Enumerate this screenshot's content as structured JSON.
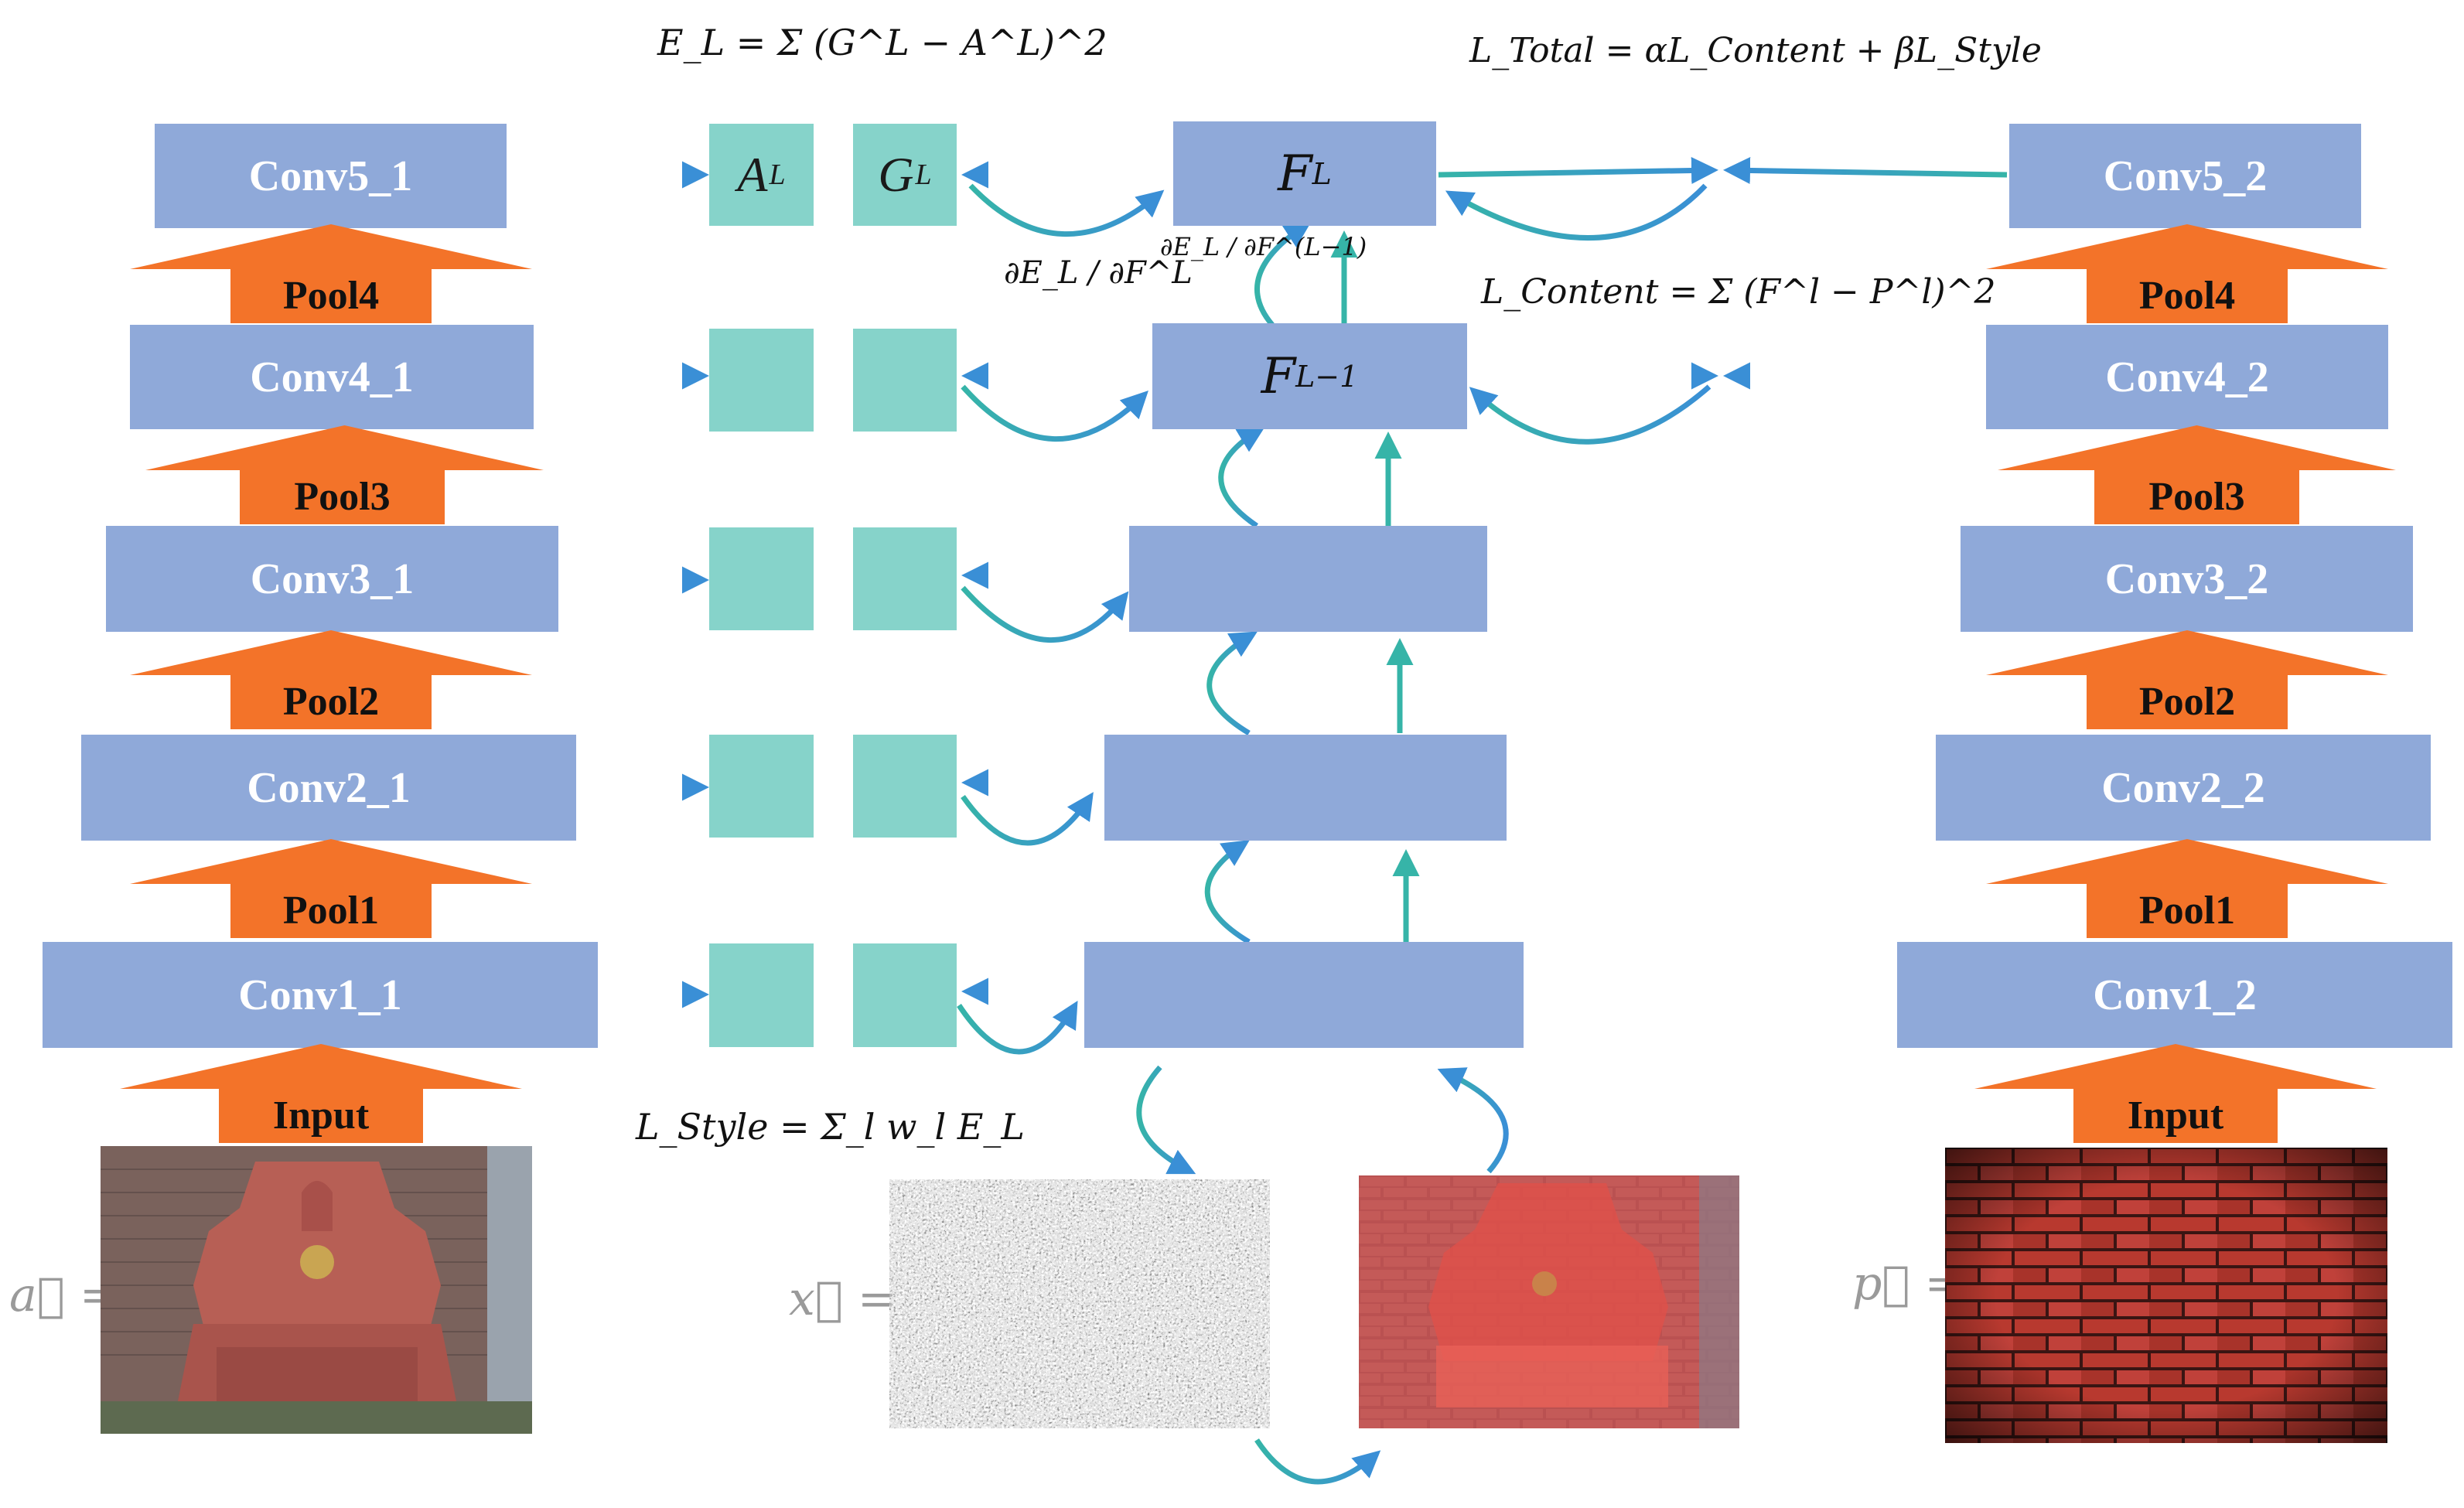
{
  "left_column": {
    "conv": [
      "Conv5_1",
      "Conv4_1",
      "Conv3_1",
      "Conv2_1",
      "Conv1_1"
    ],
    "pool": [
      "Pool4",
      "Pool3",
      "Pool2",
      "Pool1",
      "Input"
    ]
  },
  "right_column": {
    "conv": [
      "Conv5_2",
      "Conv4_2",
      "Conv3_2",
      "Conv2_2",
      "Conv1_2"
    ],
    "pool": [
      "Pool4",
      "Pool3",
      "Pool2",
      "Pool1",
      "Input"
    ]
  },
  "tiles": {
    "A": "A",
    "A_sup": "L",
    "G": "G",
    "G_sup": "L"
  },
  "feature_boxes": {
    "top": "F",
    "top_sup": "L",
    "second": "F",
    "second_sup": "L−1"
  },
  "equations": {
    "style_error": "E_L = Σ (G^L − A^L)^2",
    "total_loss": "L_Total = αL_Content + βL_Style",
    "content_loss": "L_Content = Σ (F^l − P^l)^2",
    "style_loss": "L_Style = Σ_l w_l E_L",
    "grad_G": "∂E_L / ∂F^L",
    "grad_F": "∂E_L / ∂F^(L−1)"
  },
  "vector_labels": {
    "a": "a⃗ =",
    "x": "x⃗ =",
    "p": "p⃗ ="
  },
  "colors": {
    "conv_box": "#8fa9d9",
    "pool_arrow": "#f37329",
    "tile": "#86d3ca",
    "arrow_teal": "#36b4a8",
    "arrow_blue": "#3a8fd6"
  }
}
